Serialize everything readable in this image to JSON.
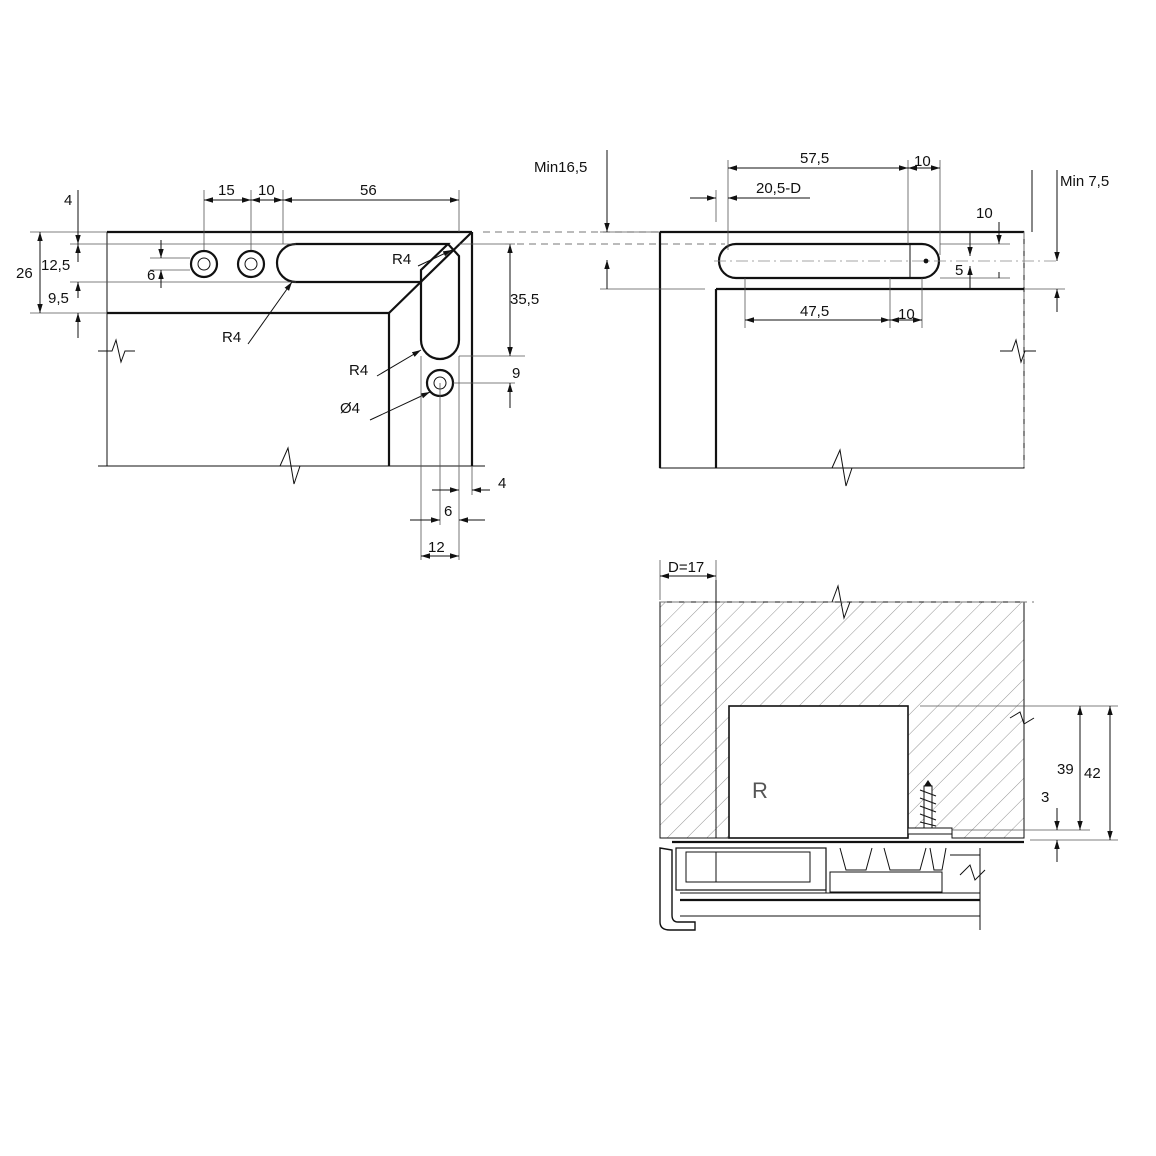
{
  "view_left": {
    "dims": {
      "d15": "15",
      "d10": "10",
      "d56": "56",
      "d4": "4",
      "d26": "26",
      "d12_5": "12,5",
      "d9_5": "9,5",
      "d6": "6",
      "r4_top": "R4",
      "r4_mid": "R4",
      "r4_low": "R4",
      "dia4": "Ø4",
      "d35_5": "35,5",
      "d9": "9",
      "d4b": "4",
      "d6b": "6",
      "d12": "12"
    }
  },
  "view_right": {
    "dims": {
      "min16_5": "Min16,5",
      "d57_5": "57,5",
      "d10a": "10",
      "d20_5": "20,5-D",
      "min7_5": "Min 7,5",
      "d10b": "10",
      "d5": "5",
      "d47_5": "47,5",
      "d10c": "10"
    }
  },
  "view_section": {
    "dims": {
      "d17": "D=17",
      "d39": "39",
      "d42": "42",
      "d3": "3"
    },
    "mark": "R"
  }
}
